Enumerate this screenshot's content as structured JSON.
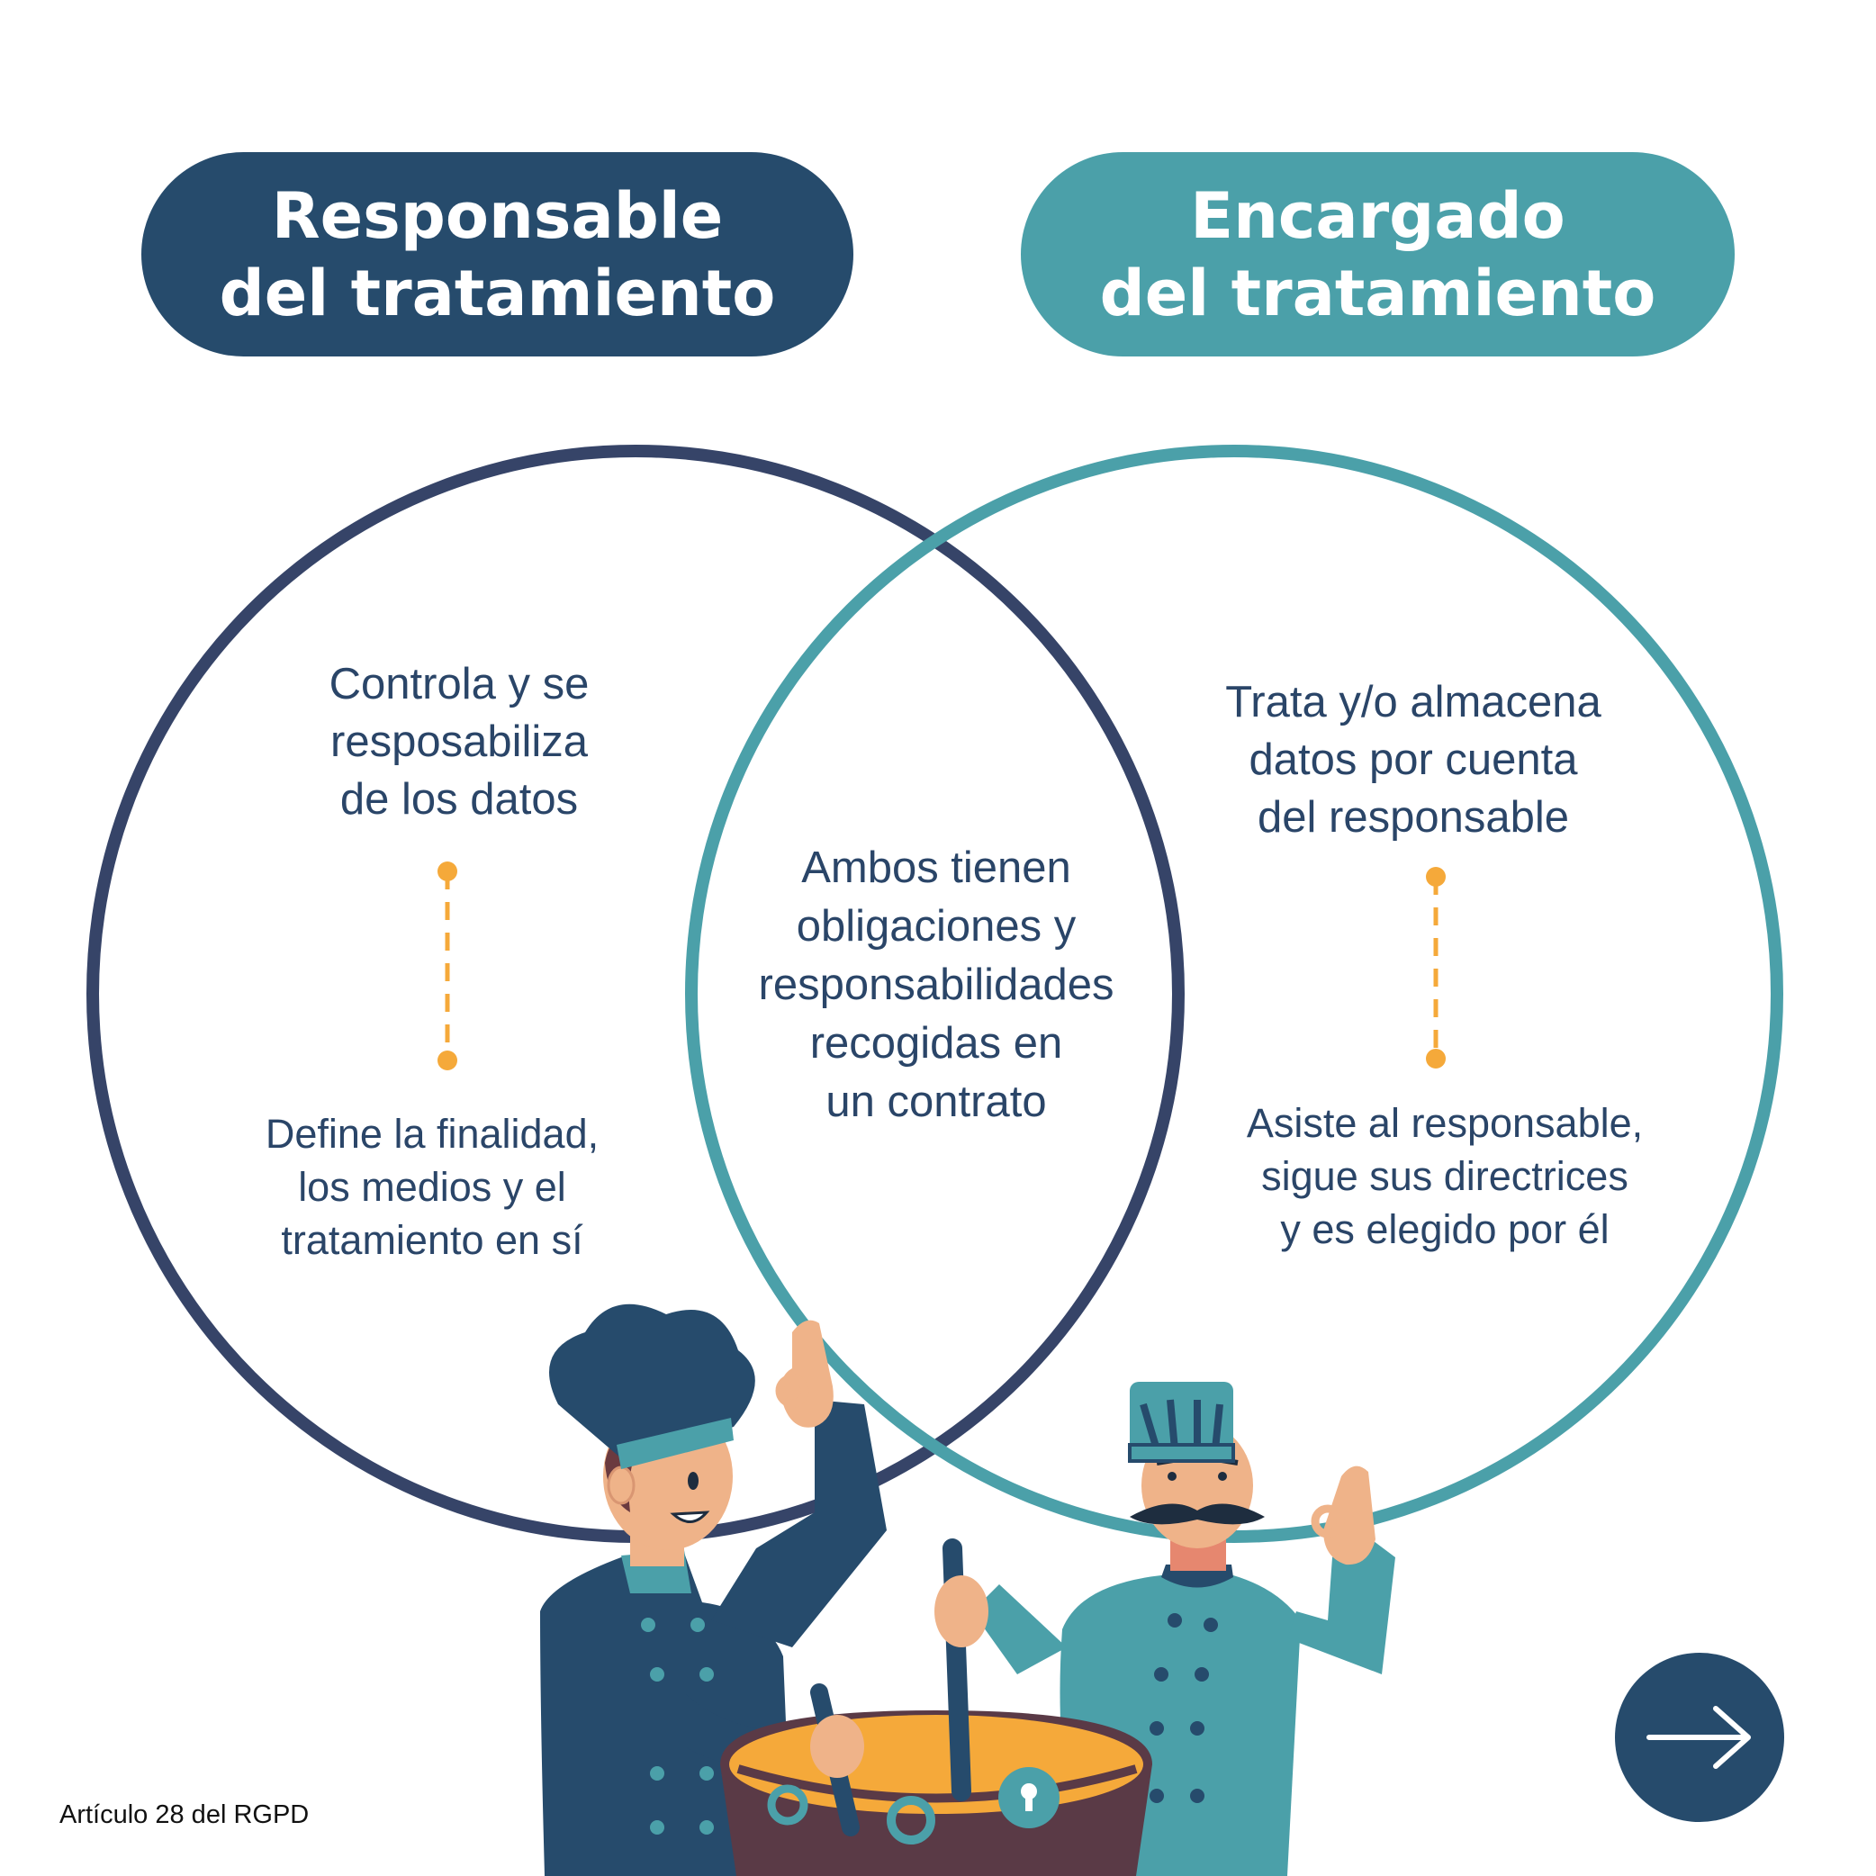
{
  "header": {
    "left_title": [
      "Responsable",
      "del tratamiento"
    ],
    "right_title": [
      "Encargado",
      "del tratamiento"
    ]
  },
  "left_circle": {
    "top_text": [
      "Controla y se",
      "resposabiliza",
      "de los datos"
    ],
    "bottom_text": [
      "Define la finalidad,",
      "los medios y el",
      "tratamiento en sí"
    ]
  },
  "intersection": {
    "text": [
      "Ambos tienen",
      "obligaciones y",
      "responsabilidades",
      "recogidas en",
      "un contrato"
    ]
  },
  "right_circle": {
    "top_text": [
      "Trata y/o almacena",
      "datos por cuenta",
      "del responsable"
    ],
    "bottom_text": [
      "Asiste al responsable,",
      "sigue sus directrices",
      "y es elegido por él"
    ]
  },
  "footer": {
    "source": "Artículo 28 del RGPD"
  },
  "icons": {
    "next": "arrow-right-icon",
    "illustration": "chefs-cooking-pot-illustration"
  },
  "colors": {
    "navy": "#264b6c",
    "teal": "#4ba0a9",
    "circle_left": "#364468",
    "accent_orange": "#f5a93a",
    "text": "#2a4568"
  }
}
